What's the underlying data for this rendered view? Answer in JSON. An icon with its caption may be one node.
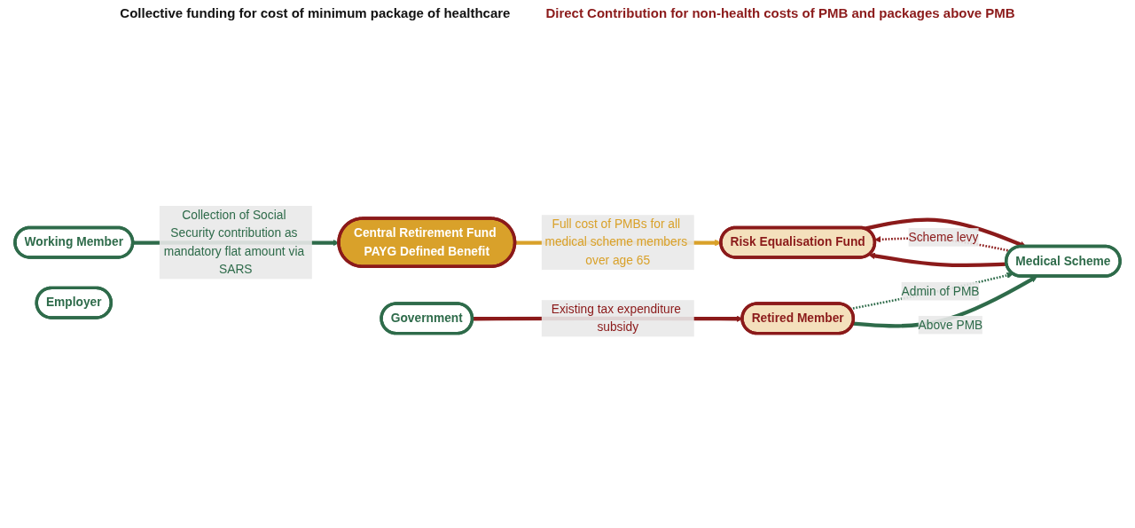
{
  "diagram": {
    "nodes": [
      {
        "text": [
          "Central Retirement Fund PAYG Defined Benefit"
        ]
      },
      {
        "text": [
          "Risk Equalisation Fund"
        ]
      },
      {
        "text": [
          "Government"
        ]
      },
      {
        "text": [
          "Working Member"
        ]
      },
      {
        "text": [
          "Employer"
        ]
      },
      {
        "text": [
          "Retired Member"
        ]
      },
      {
        "text": [
          "Medical Scheme"
        ]
      }
    ],
    "edges": [
      {
        "from": 3,
        "to": 0,
        "arrow": "to",
        "label": "Collection of Social Security contribution as mandatory flat amount via SARS",
        "color": "#2e6b4a"
      },
      {
        "from": 0,
        "to": 1,
        "arrow": "to",
        "label": "Full cost of PMBs for all medical scheme members over age 65",
        "color": "#d9a12a"
      },
      {
        "from": 2,
        "to": 5,
        "arrow": "to",
        "label": "Existing tax expenditure subsidy"
      },
      {
        "from": 6,
        "to": 1,
        "arrow": "to",
        "label": "Scheme levy",
        "style": "dashed"
      },
      {
        "from": 6,
        "to": 1,
        "arrow": "to"
      },
      {
        "from": 1,
        "to": 6,
        "arrow": "to"
      },
      {
        "from": 5,
        "to": 6,
        "arrow": "to",
        "label": "Admin of PMB",
        "style": "dashed",
        "color": "#2e6b4a"
      },
      {
        "from": 5,
        "to": 6,
        "arrow": "to",
        "label": "Above PMB",
        "color": "#2e6b4a"
      }
    ],
    "labels": [
      "Collective funding for cost of minimum package of healthcare",
      "Direct Contribution for non-health costs of PMB and packages above PMB"
    ]
  }
}
